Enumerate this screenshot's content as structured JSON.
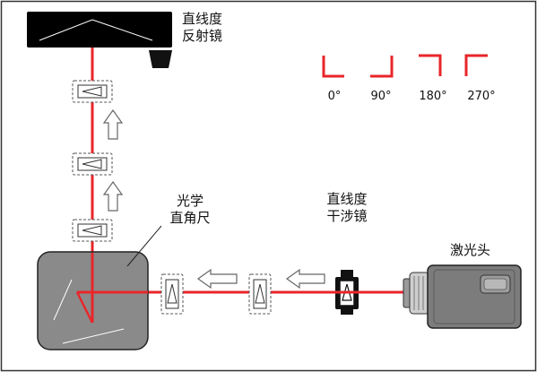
{
  "labels": {
    "reflector": [
      "直线度",
      "反射镜"
    ],
    "square": [
      "光学",
      "直角尺"
    ],
    "interferometer": [
      "直线度",
      "干涉镜"
    ],
    "laser_head": "激光头"
  },
  "angles": [
    "0°",
    "90°",
    "180°",
    "270°"
  ],
  "colors": {
    "beam": "#e8262a",
    "corner": "#e8262a",
    "square_fill": "#8a8a8a",
    "laser_fill": "#7c7c7c",
    "reflector_fill": "#000000"
  }
}
